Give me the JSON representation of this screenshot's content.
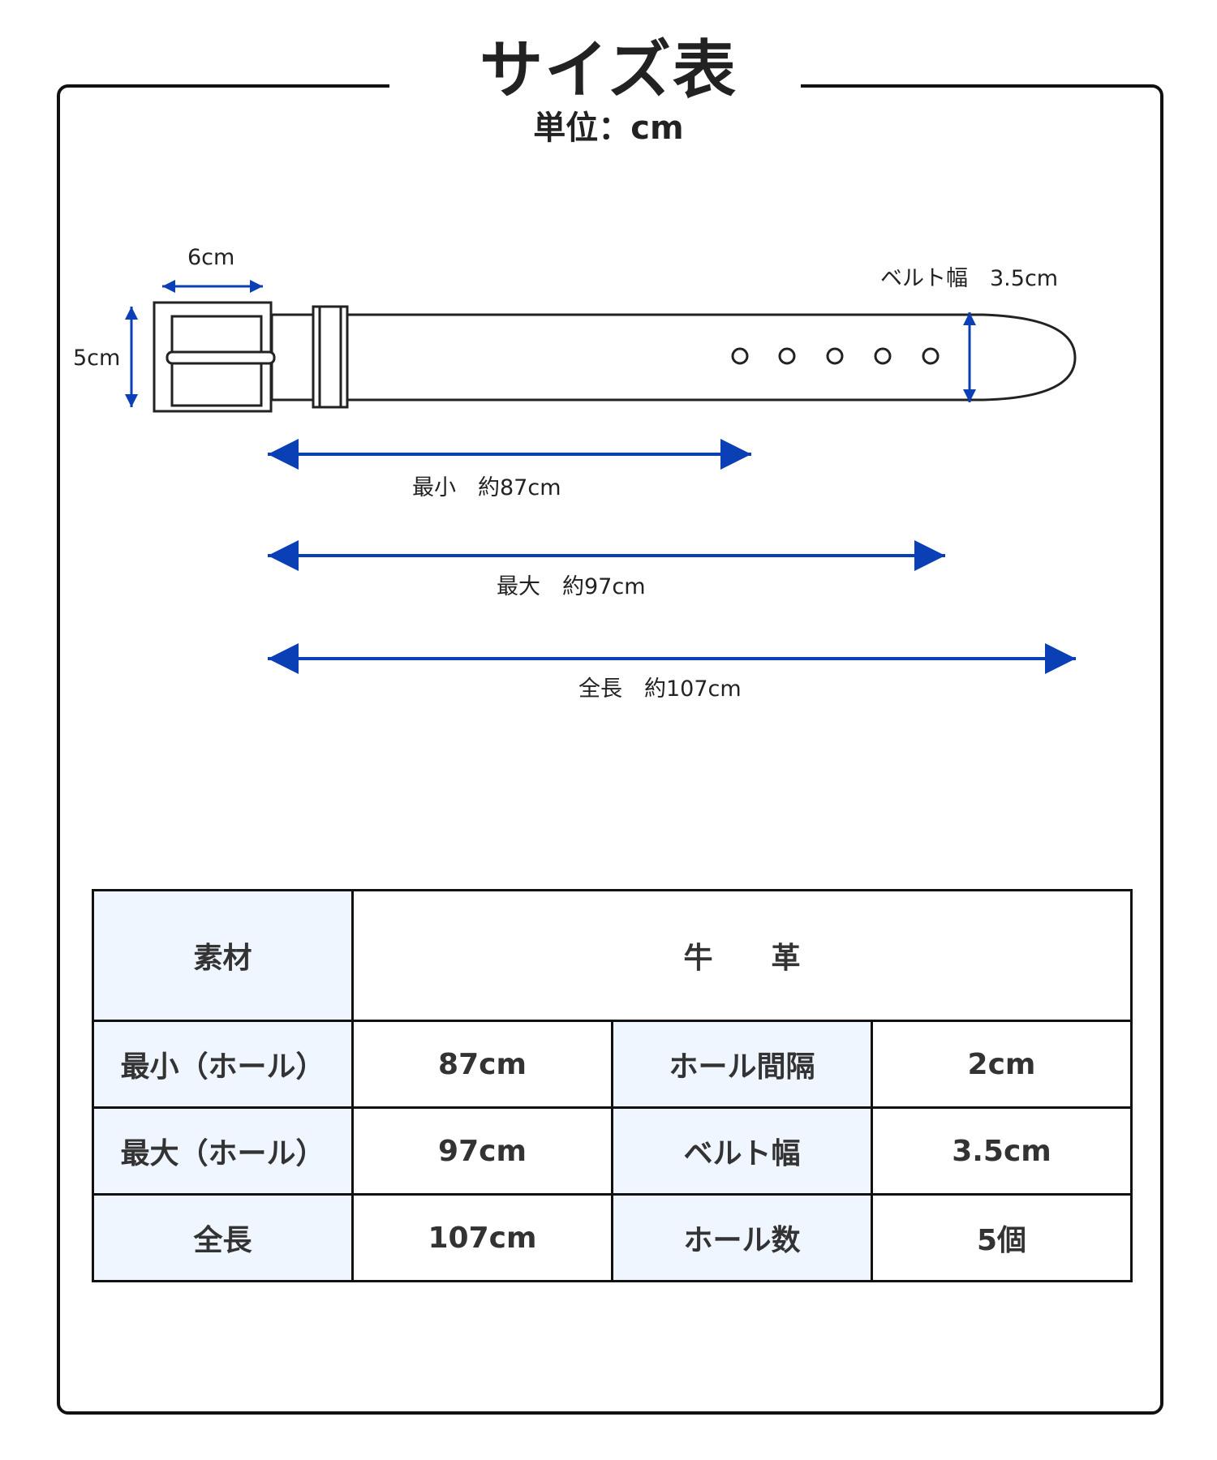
{
  "header": {
    "title": "サイズ表",
    "unit": "単位：cm"
  },
  "colors": {
    "arrow": "#0a3fb5",
    "header_cell_bg": "#f0f6ff",
    "frame": "#111111"
  },
  "diagram": {
    "buckle_width": "6cm",
    "buckle_height": "5cm",
    "belt_width": "ベルト幅　3.5cm",
    "hole_count": 5,
    "min_length": "最小　約87cm",
    "max_length": "最大　約97cm",
    "total_length": "全長　約107cm"
  },
  "spec_table": {
    "material_label": "素材",
    "material_value": "牛　　革",
    "rows": [
      {
        "label": "最小（ホール）",
        "value": "87cm",
        "label2": "ホール間隔",
        "value2": "2cm"
      },
      {
        "label": "最大（ホール）",
        "value": "97cm",
        "label2": "ベルト幅",
        "value2": "3.5cm"
      },
      {
        "label": "全長",
        "value": "107cm",
        "label2": "ホール数",
        "value2": "5個"
      }
    ]
  }
}
